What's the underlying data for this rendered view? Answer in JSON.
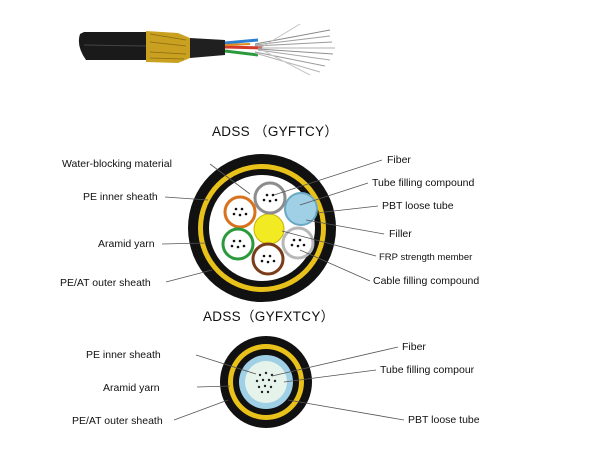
{
  "diagram1": {
    "title": "ADSS （GYFTCY）",
    "labels_left": {
      "water_blocking": "Water-blocking material",
      "pe_inner": "PE inner sheath",
      "aramid": "Aramid yarn",
      "outer": "PE/AT outer sheath"
    },
    "labels_right": {
      "fiber": "Fiber",
      "tube_filling": "Tube filling compound",
      "pbt_tube": "PBT loose tube",
      "filler": "Filler",
      "frp": "FRP strength member",
      "cable_filling": "Cable filling compound"
    }
  },
  "diagram2": {
    "title": "ADSS（GYFXTCY）",
    "labels_left": {
      "pe_inner": "PE inner sheath",
      "aramid": "Aramid yarn",
      "outer": "PE/AT outer sheath"
    },
    "labels_right": {
      "fiber": "Fiber",
      "tube_filling": "Tube filling compour",
      "pbt_tube": "PBT loose tube"
    }
  },
  "colors": {
    "sheath": "#111111",
    "aramid": "#e8c21a",
    "inner": "#ffffff",
    "filler": "#f2ea22",
    "tube_blue": "#9fd0e6",
    "tube_green": "#2b9a3c",
    "tube_orange": "#d9721d",
    "tube_brown": "#7a3c1a",
    "tube_gray": "#9a9a9a",
    "tube_white": "#cfcfcf"
  }
}
